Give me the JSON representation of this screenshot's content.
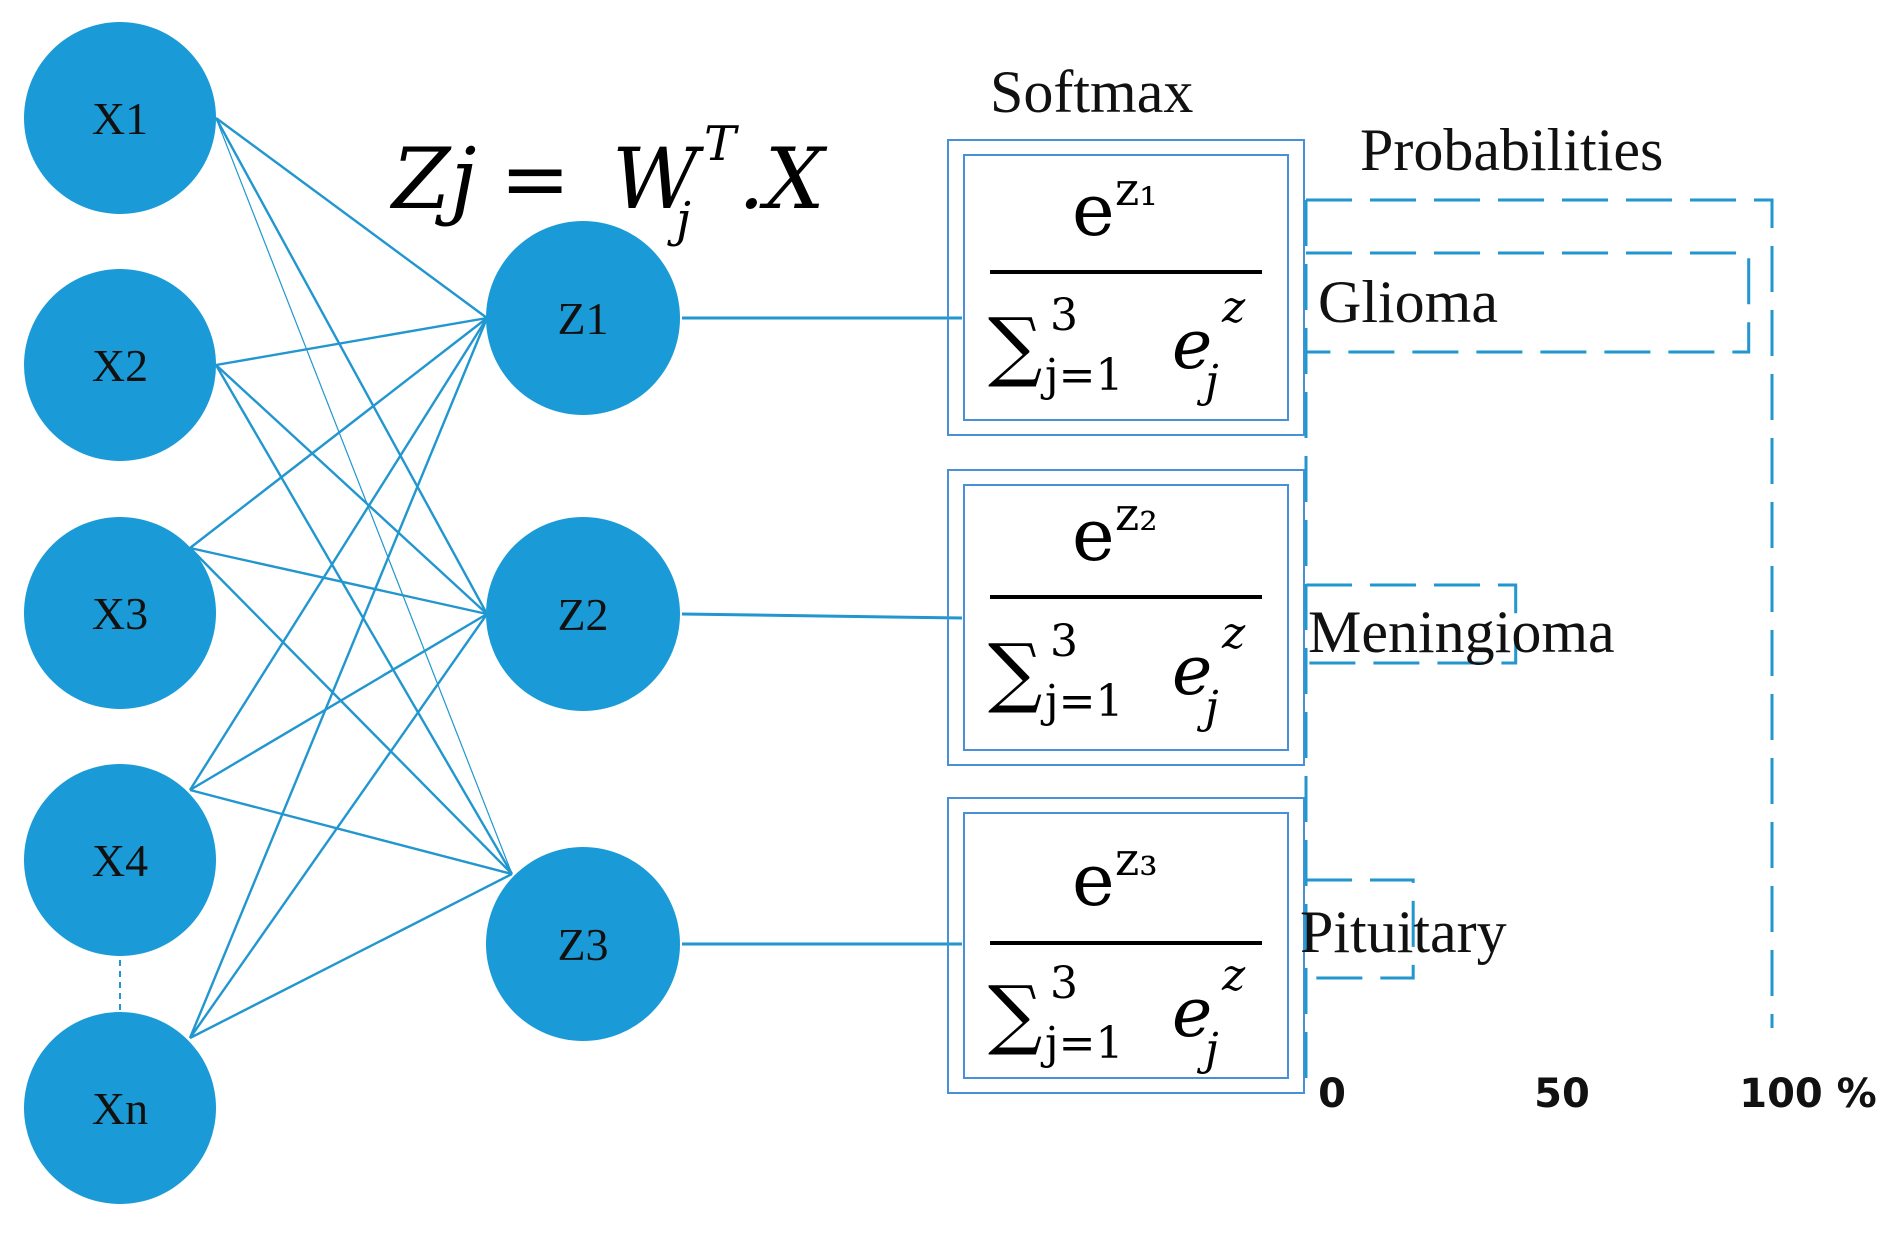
{
  "colors": {
    "node_fill": "#1a9bd7",
    "edge": "#2196cf",
    "box_border": "#4a90d9",
    "bar_dash": "#2196cf",
    "text": "#111111"
  },
  "input_nodes": [
    "X1",
    "X2",
    "X3",
    "X4",
    "Xn"
  ],
  "hidden_nodes": [
    "Z1",
    "Z2",
    "Z3"
  ],
  "equation": {
    "lhs": "Zj",
    "equals": "=",
    "w": "W",
    "w_sub": "j",
    "w_sup": "T",
    "rhs": ".X"
  },
  "softmax": {
    "title": "Softmax",
    "boxes": [
      {
        "exp_base": "e",
        "exp_sup": "z₁",
        "sum_symbol": "∑",
        "sum_upper": "3",
        "sum_lower": "j=1",
        "den_base": "e",
        "den_sub": "j",
        "den_sup": "z"
      },
      {
        "exp_base": "e",
        "exp_sup": "z₂",
        "sum_symbol": "∑",
        "sum_upper": "3",
        "sum_lower": "j=1",
        "den_base": "e",
        "den_sub": "j",
        "den_sup": "z"
      },
      {
        "exp_base": "e",
        "exp_sup": "z₃",
        "sum_symbol": "∑",
        "sum_upper": "3",
        "sum_lower": "j=1",
        "den_base": "e",
        "den_sub": "j",
        "den_sup": "z"
      }
    ]
  },
  "probabilities": {
    "title": "Probabilities",
    "classes": [
      {
        "label": "Glioma",
        "value": 95
      },
      {
        "label": "Meningioma",
        "value": 45
      },
      {
        "label": "Pituitary",
        "value": 23
      }
    ],
    "total_value": 100,
    "axis_ticks": [
      "0",
      "50",
      "100 %"
    ]
  }
}
